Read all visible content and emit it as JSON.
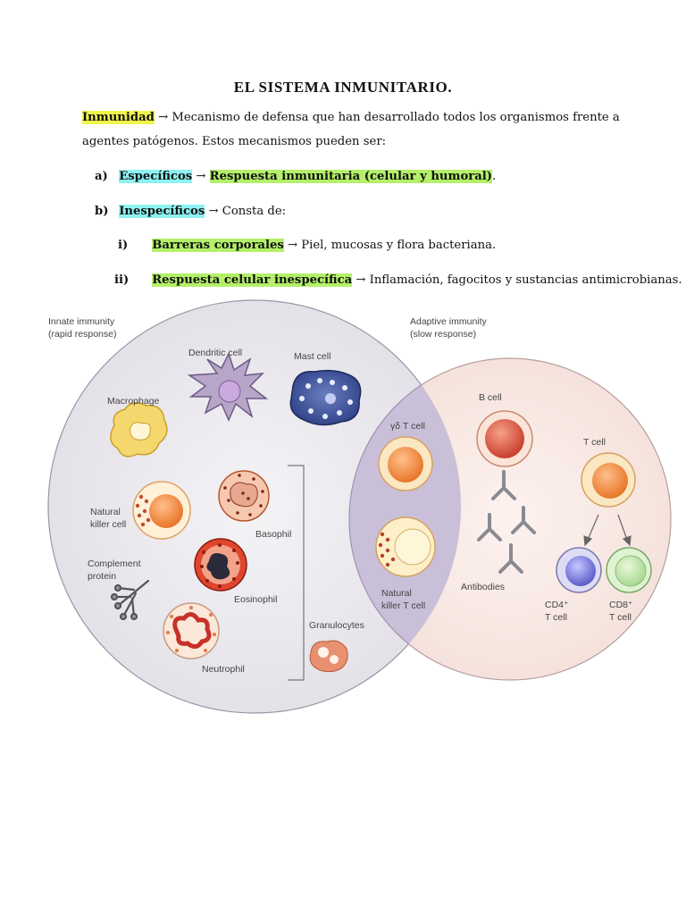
{
  "title": "EL SISTEMA INMUNITARIO.",
  "intro": {
    "term": "Inmunidad",
    "arrow": "→",
    "line1": "Mecanismo de defensa que han desarrollado todos los organismos frente a",
    "line2": "agentes patógenos. Estos mecanismos pueden ser:"
  },
  "items": [
    {
      "marker": "a)",
      "term": "Específicos",
      "arrow": "→",
      "desc": "Respuesta inmunitaria (celular y humoral)",
      "end": "."
    },
    {
      "marker": "b)",
      "term": "Inespecíficos",
      "arrow": "→",
      "desc": "Consta de:"
    }
  ],
  "subitems": [
    {
      "marker": "i)",
      "term": "Barreras corporales",
      "arrow": "→",
      "desc": "Piel, mucosas y flora bacteriana."
    },
    {
      "marker": "ii)",
      "term": "Respuesta celular inespecífica",
      "arrow": "→",
      "desc": "Inflamación, fagocitos y sustancias antimicrobianas."
    }
  ],
  "figure": {
    "innate_title": "Innate immunity",
    "innate_sub": "(rapid response)",
    "adaptive_title": "Adaptive immunity",
    "adaptive_sub": "(slow response)",
    "labels": {
      "dendritic": "Dendritic cell",
      "mast": "Mast cell",
      "macrophage": "Macrophage",
      "nk1": "Natural",
      "nk2": "killer cell",
      "complement1": "Complement",
      "complement2": "protein",
      "basophil": "Basophil",
      "eosinophil": "Eosinophil",
      "neutrophil": "Neutrophil",
      "granulocytes": "Granulocytes",
      "gdt": "γδ T cell",
      "nkt1": "Natural",
      "nkt2": "killer T cell",
      "bcell": "B cell",
      "tcell": "T cell",
      "antibodies": "Antibodies",
      "cd4a": "CD4⁺",
      "cd4b": "T cell",
      "cd8a": "CD8⁺",
      "cd8b": "T cell"
    }
  }
}
